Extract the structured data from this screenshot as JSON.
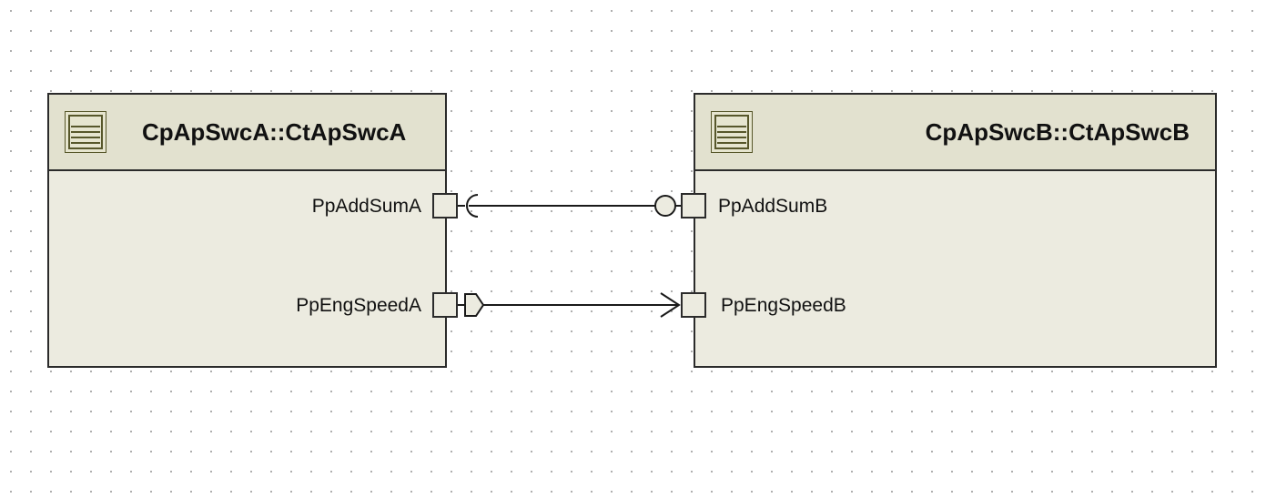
{
  "diagram": {
    "components": [
      {
        "id": "compA",
        "title": "CpApSwcA::CtApSwcA",
        "ports": [
          {
            "name": "PpAddSumA",
            "kind": "required-client-server"
          },
          {
            "name": "PpEngSpeedA",
            "kind": "provided-sender-receiver"
          }
        ]
      },
      {
        "id": "compB",
        "title": "CpApSwcB::CtApSwcB",
        "ports": [
          {
            "name": "PpAddSumB",
            "kind": "provided-client-server"
          },
          {
            "name": "PpEngSpeedB",
            "kind": "required-sender-receiver"
          }
        ]
      }
    ],
    "connections": [
      {
        "from": "PpAddSumA",
        "to": "PpAddSumB"
      },
      {
        "from": "PpEngSpeedA",
        "to": "PpEngSpeedB"
      }
    ],
    "colors": {
      "component_fill": "#ecebe0",
      "header_fill": "#e2e1cf",
      "outline": "#2b2b2b",
      "icon": "#57572a"
    },
    "icons": [
      "component-icon"
    ]
  }
}
